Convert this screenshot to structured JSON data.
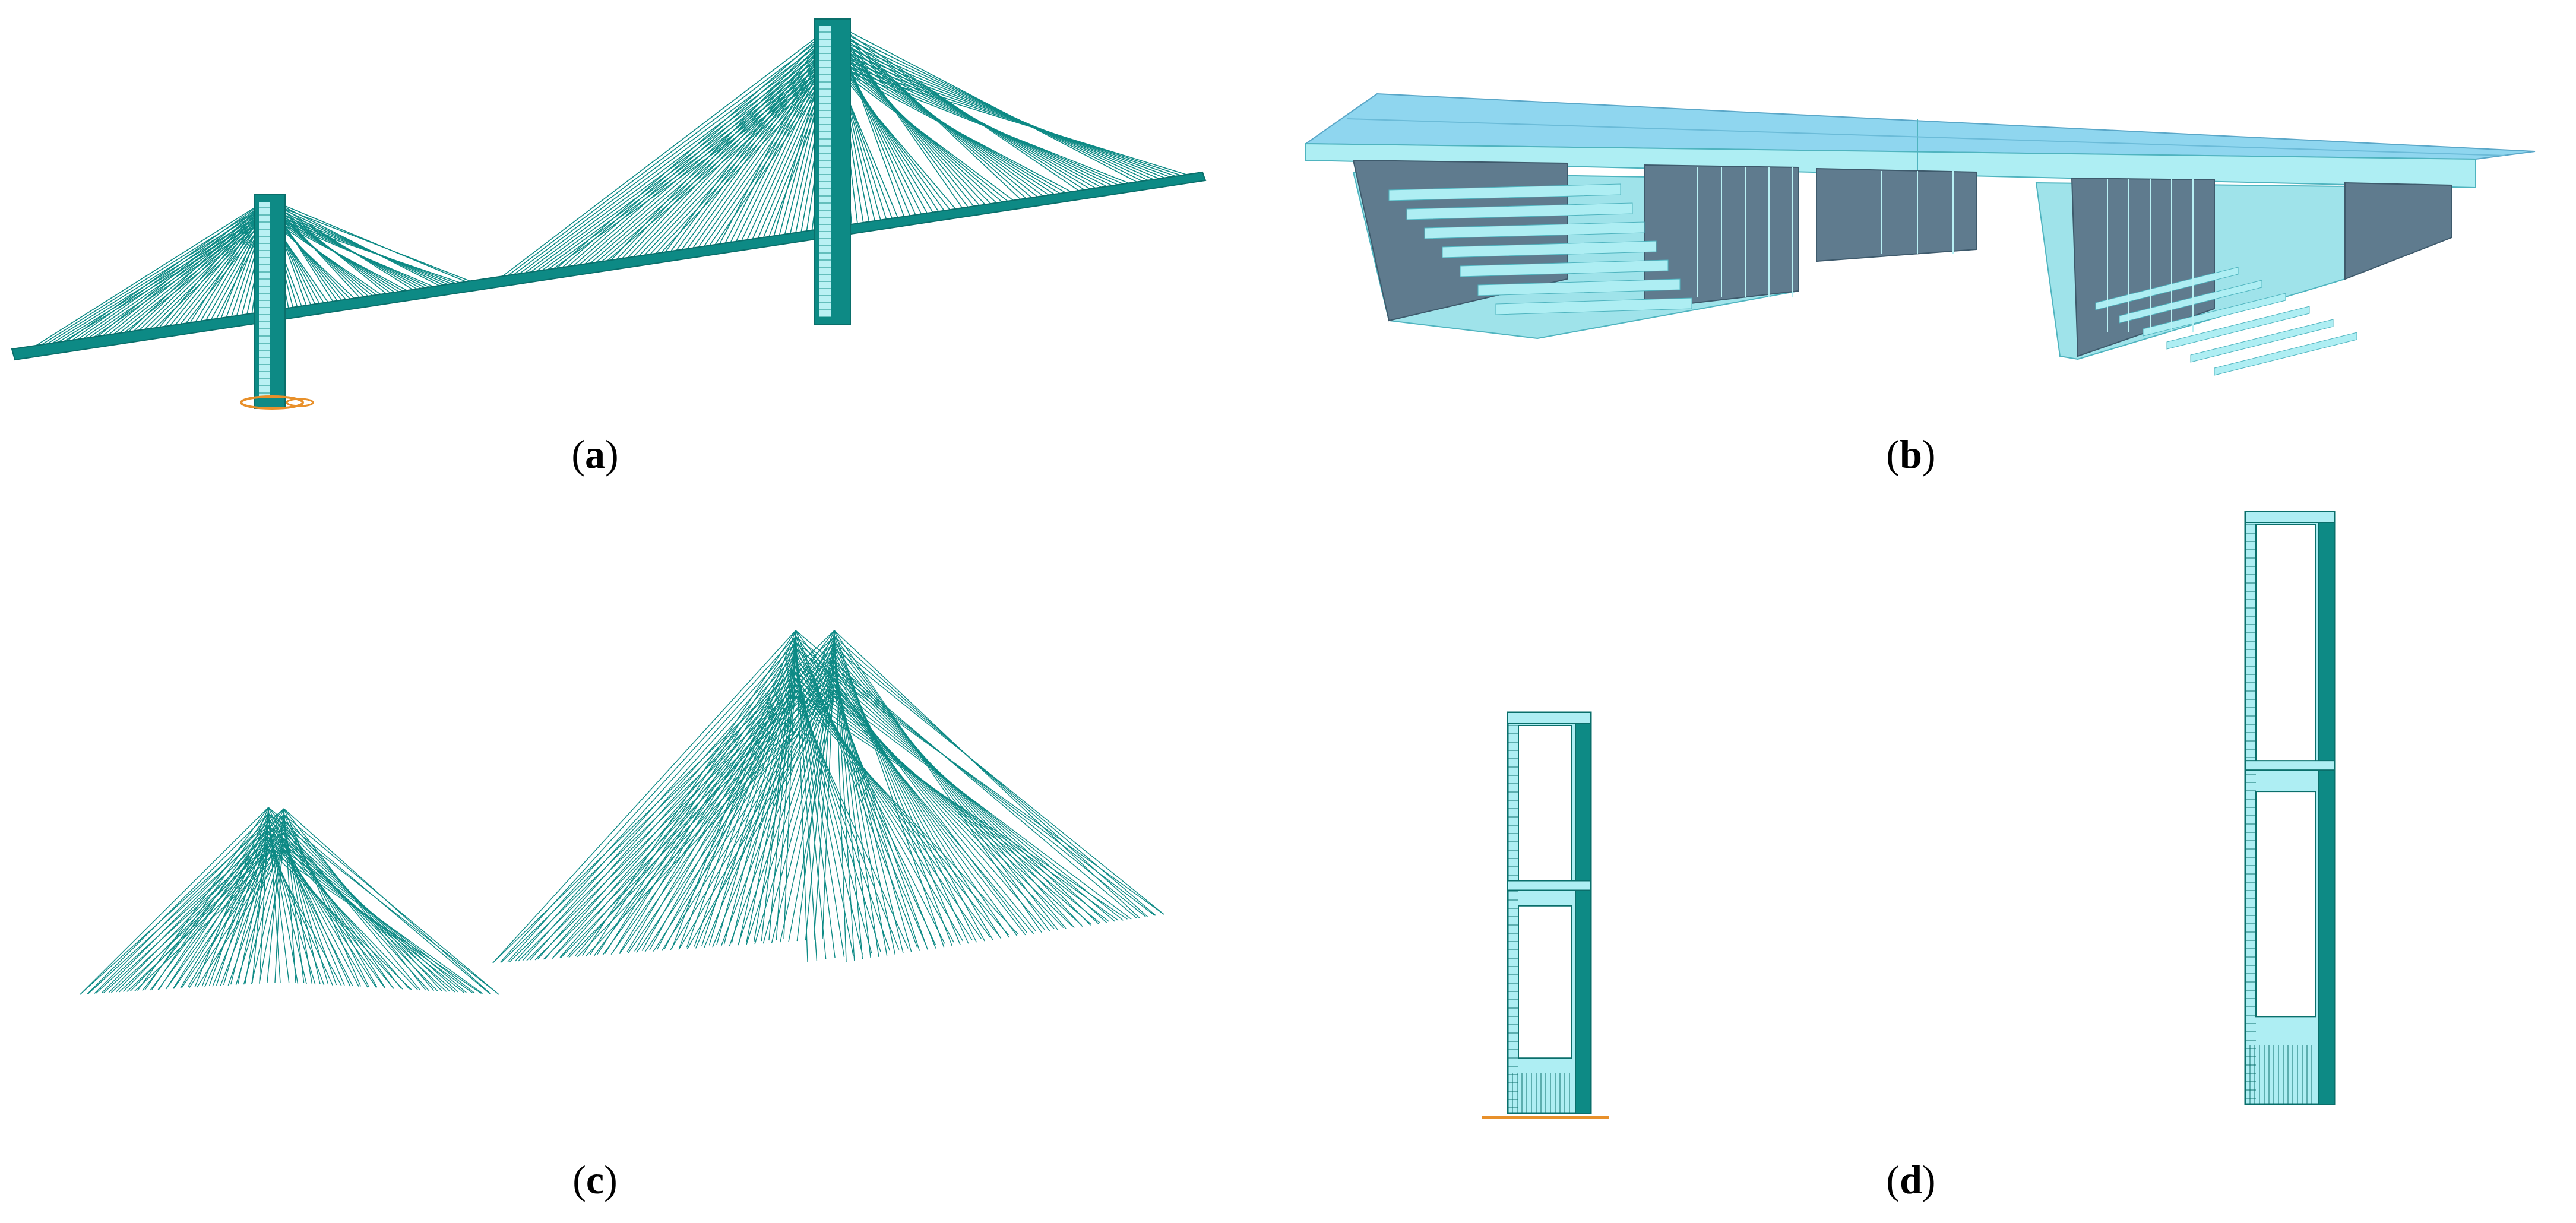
{
  "figure": {
    "panels": [
      {
        "id": "a",
        "letter": "a"
      },
      {
        "id": "b",
        "letter": "b"
      },
      {
        "id": "c",
        "letter": "c"
      },
      {
        "id": "d",
        "letter": "d"
      }
    ]
  },
  "colors": {
    "teal": "#0d8a85",
    "teal_dark": "#0a6f6b",
    "cyan_fill": "#aeeef3",
    "cyan_top": "#8fd6ef",
    "web_slate": "#5f7b8e",
    "base_orange": "#e8902a"
  }
}
